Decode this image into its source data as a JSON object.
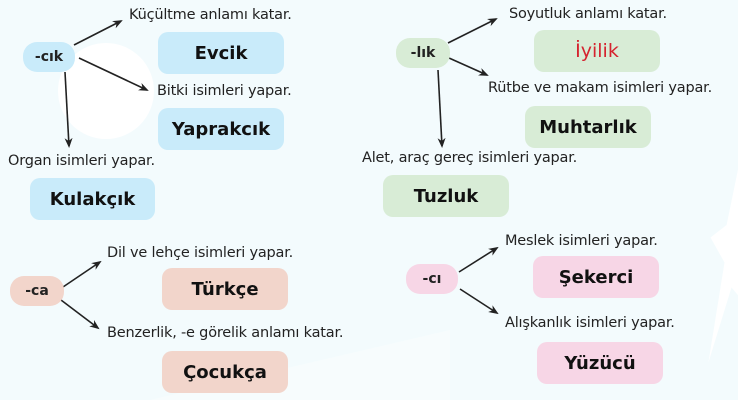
{
  "diagram": {
    "groups": [
      {
        "suffix": "-cık",
        "color": "#c9ebfa",
        "branches": [
          {
            "description": "Küçültme anlamı katar.",
            "example": "Evcik"
          },
          {
            "description": "Bitki isimleri yapar.",
            "example": "Yaprakcık"
          },
          {
            "description": "Organ isimleri yapar.",
            "example": "Kulakçık"
          }
        ]
      },
      {
        "suffix": "-lık",
        "color": "#d8ecd6",
        "branches": [
          {
            "description": "Soyutluk anlamı katar.",
            "example": "İyilik",
            "example_color": "#d5232f"
          },
          {
            "description": "Rütbe ve makam isimleri yapar.",
            "example": "Muhtarlık"
          },
          {
            "description": "Alet, araç gereç isimleri yapar.",
            "example": "Tuzluk"
          }
        ]
      },
      {
        "suffix": "-ca",
        "color": "#f2d5cb",
        "branches": [
          {
            "description": "Dil ve lehçe isimleri yapar.",
            "example": "Türkçe"
          },
          {
            "description": "Benzerlik, -e görelik anlamı katar.",
            "example": "Çocukça"
          }
        ]
      },
      {
        "suffix": "-cı",
        "color": "#f7d6e6",
        "branches": [
          {
            "description": "Meslek isimleri yapar.",
            "example": "Şekerci"
          },
          {
            "description": "Alışkanlık isimleri yapar.",
            "example": "Yüzücü"
          }
        ]
      }
    ]
  }
}
